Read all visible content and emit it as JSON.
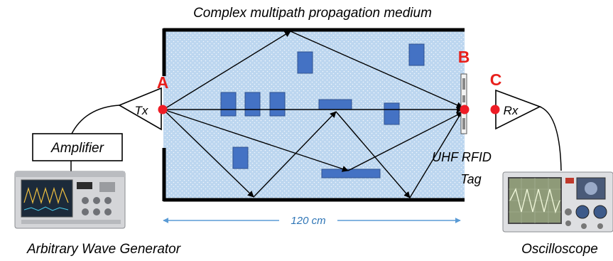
{
  "title": "Complex multipath propagation medium",
  "labels": {
    "point_a": "A",
    "point_b": "B",
    "point_c": "C",
    "tx": "Tx",
    "rx": "Rx",
    "amplifier": "Amplifier",
    "tag_line1": "UHF RFID",
    "tag_line2": "Tag",
    "distance": "120 cm",
    "awg": "Arbitrary Wave Generator",
    "oscilloscope": "Oscilloscope"
  },
  "colors": {
    "medium_fill": "#bcd6ef",
    "scatterer": "#4472c4",
    "point_marker": "#ee1c25",
    "point_label": "#e8201c",
    "dimension": "#5a9bd5",
    "wall": "#000000"
  }
}
